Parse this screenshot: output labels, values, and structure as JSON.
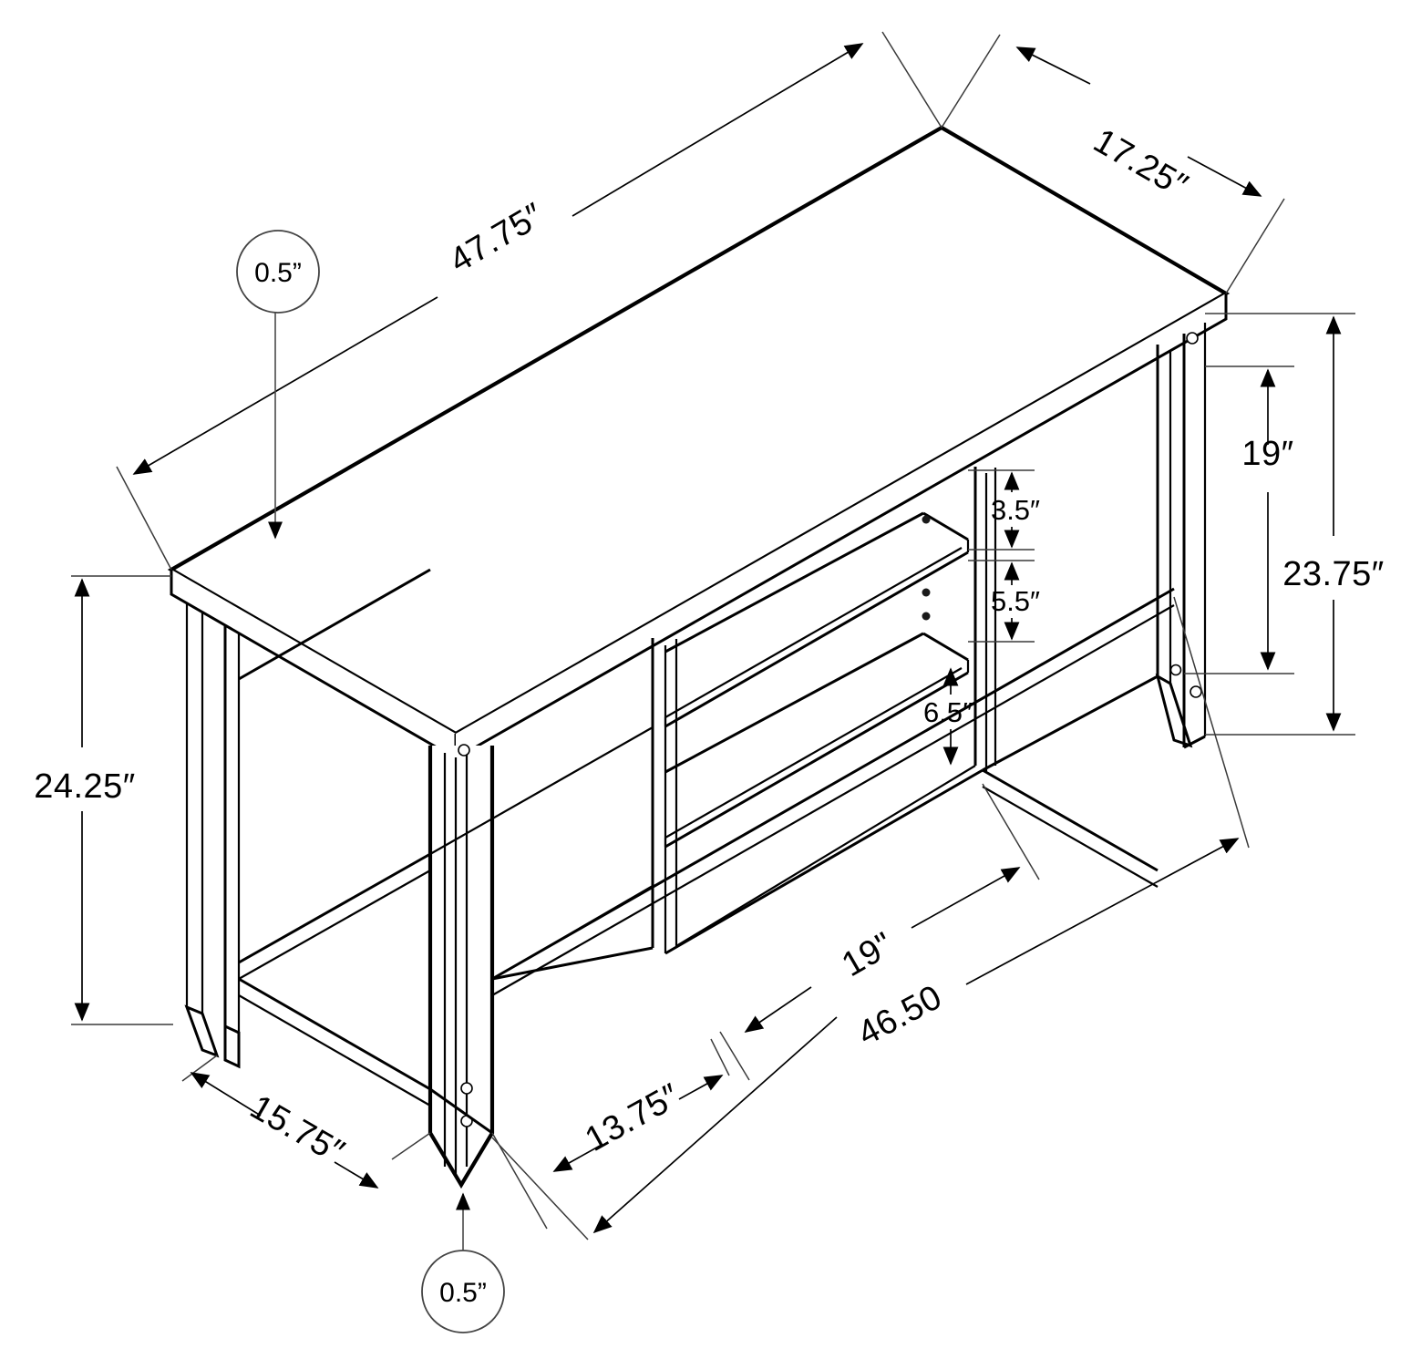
{
  "drawing": {
    "title": "TV Console Dimensioned Isometric Drawing",
    "units": "inches",
    "unit_symbol": "″",
    "line_color": "#000000",
    "background_color": "#ffffff"
  },
  "dimensions": {
    "top_width": "47.75″",
    "top_depth": "17.25″",
    "panel_thickness_top": "0.5”",
    "panel_thickness_leg": "0.5”",
    "overall_height_left": "24.25″",
    "overall_height_right": "23.75″",
    "interior_height_right": "19″",
    "shelf_gap_upper": "3.5″",
    "shelf_gap_middle": "5.5″",
    "shelf_gap_lower": "6.5″",
    "base_depth": "15.75″",
    "left_bay_width": "13.75″",
    "center_bay_width": "19\"",
    "base_width": "46.50"
  },
  "labels": [
    {
      "id": "top-width",
      "value": "47.75″"
    },
    {
      "id": "top-depth",
      "value": "17.25″"
    },
    {
      "id": "top-thickness",
      "value": "0.5”"
    },
    {
      "id": "leg-thickness",
      "value": "0.5”"
    },
    {
      "id": "height-left",
      "value": "24.25″"
    },
    {
      "id": "height-right",
      "value": "23.75″"
    },
    {
      "id": "interior-height",
      "value": "19″"
    },
    {
      "id": "gap-upper",
      "value": "3.5″"
    },
    {
      "id": "gap-middle",
      "value": "5.5″"
    },
    {
      "id": "gap-lower",
      "value": "6.5″"
    },
    {
      "id": "base-depth",
      "value": "15.75″"
    },
    {
      "id": "left-bay",
      "value": "13.75″"
    },
    {
      "id": "center-bay",
      "value": "19\""
    },
    {
      "id": "base-width",
      "value": "46.50"
    }
  ]
}
